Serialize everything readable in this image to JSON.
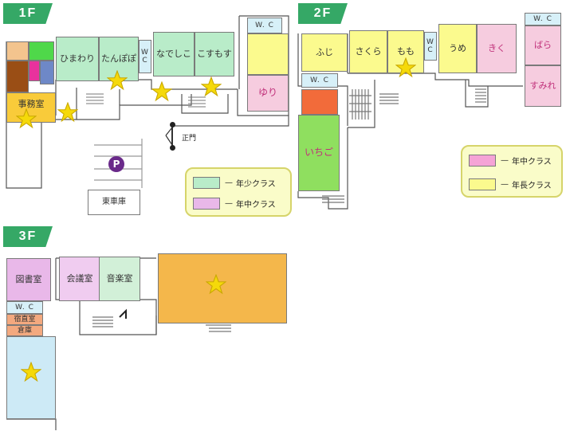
{
  "floors": {
    "f1": "1F",
    "f2": "2F",
    "f3": "3F"
  },
  "rooms": {
    "himawari": "ひまわり",
    "tanpopo": "たんぽぽ",
    "wc": "W. C",
    "wc_vertical": "W\nC",
    "nadeshiko": "なでしこ",
    "kosumosu": "こすもす",
    "yuri": "ゆり",
    "office": "事務室",
    "seimon": "正門",
    "garage": "東車庫",
    "parking": "P",
    "fuji": "ふじ",
    "sakura": "さくら",
    "momo": "もも",
    "ume": "うめ",
    "kiku": "きく",
    "bara": "ばら",
    "sumire": "すみれ",
    "ichigo": "いちご",
    "library": "図書室",
    "meeting": "会議室",
    "music": "音楽室",
    "night_duty": "宿直室",
    "storage": "倉庫"
  },
  "legend_1f": [
    {
      "label": "年少クラス",
      "color": "#b9ecc9"
    },
    {
      "label": "年中クラス",
      "color": "#e9b8e9"
    }
  ],
  "legend_2f": [
    {
      "label": "年中クラス",
      "color": "#f5a3d6"
    },
    {
      "label": "年長クラス",
      "color": "#fbfa8e"
    }
  ],
  "colors": {
    "badge": "#35a866",
    "star_fill": "#f5d90a",
    "star_stroke": "#c9a800"
  },
  "icons": [
    "star-icon",
    "parking-icon"
  ]
}
